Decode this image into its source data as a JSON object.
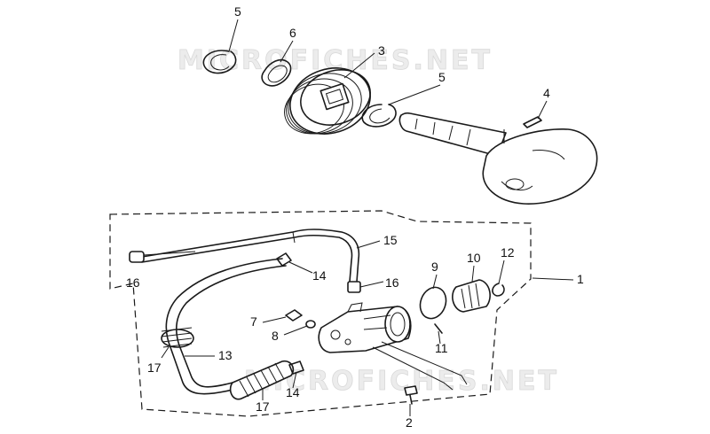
{
  "watermark": {
    "text_top": "MICROFICHES.NET",
    "text_bottom": "MICROFICHES.NET"
  },
  "callouts": [
    {
      "id": "c5a",
      "label": "5"
    },
    {
      "id": "c6",
      "label": "6"
    },
    {
      "id": "c3",
      "label": "3"
    },
    {
      "id": "c5b",
      "label": "5"
    },
    {
      "id": "c4",
      "label": "4"
    },
    {
      "id": "c15",
      "label": "15"
    },
    {
      "id": "c1",
      "label": "1"
    },
    {
      "id": "c16a",
      "label": "16"
    },
    {
      "id": "c14a",
      "label": "14"
    },
    {
      "id": "c16b",
      "label": "16"
    },
    {
      "id": "c9",
      "label": "9"
    },
    {
      "id": "c10",
      "label": "10"
    },
    {
      "id": "c12",
      "label": "12"
    },
    {
      "id": "c7",
      "label": "7"
    },
    {
      "id": "c8",
      "label": "8"
    },
    {
      "id": "c11",
      "label": "11"
    },
    {
      "id": "c17a",
      "label": "17"
    },
    {
      "id": "c13",
      "label": "13"
    },
    {
      "id": "c14b",
      "label": "14"
    },
    {
      "id": "c17b",
      "label": "17"
    },
    {
      "id": "c2",
      "label": "2"
    }
  ]
}
